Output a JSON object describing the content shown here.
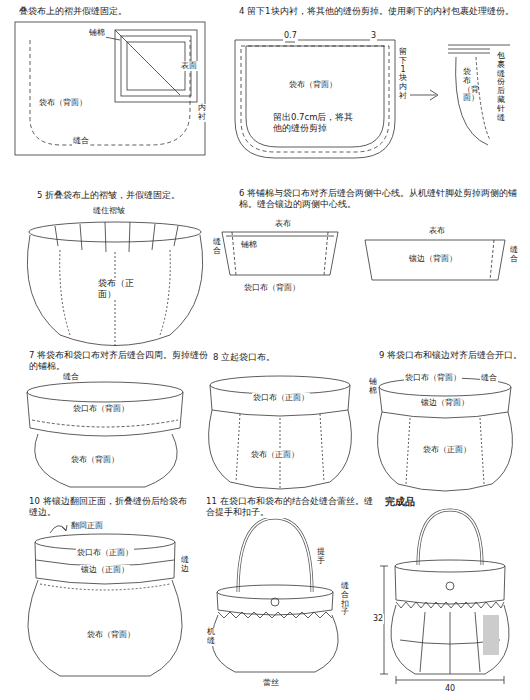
{
  "diagram": {
    "labels": [
      "叠袋布上的褶并假缝固定。",
      "铺棉",
      "表面",
      "袋布（背面）",
      "缝合",
      "内衬",
      "4 留下1块内衬，将其他的缝份剪掉。使用剩下的内衬包裹处理缝份。",
      "0.7",
      "3",
      "留下1块内衬",
      "袋布（背面）",
      "留出0.7cm后，将其他的缝份剪掉",
      "袋布（背面）",
      "包裹缝份后藏针缝",
      "5 折叠袋布上的褶皱，并假缝固定。",
      "缝住褶皱",
      "袋布（正面）",
      "6 将铺棉与袋口布对齐后缝合两侧中心线。从机缝针脚处剪掉两侧的铺棉。缝合镶边的两侧中心线。",
      "表布",
      "缝合",
      "铺棉",
      "袋口布（背面）",
      "表布",
      "镶边（背面）",
      "缝合",
      "7 将袋布和袋口布对齐后缝合四周。剪掉缝份的铺棉。",
      "缝合",
      "袋口布（背面）",
      "袋布（背面）",
      "8 立起袋口布。",
      "袋口布（正面）",
      "袋布（正面）",
      "9 将袋口布和镶边对齐后缝合开口。",
      "铺棉",
      "袋口布（背面）",
      "缝合",
      "镶边（背面）",
      "袋布（正面）",
      "10 将镶边翻回正面，折叠缝份后给袋布缝边。",
      "翻回正面",
      "袋口布（正面）",
      "镶边（正面）",
      "缝边",
      "袋布（背面）",
      "11 在袋口布和袋布的结合处缝合蕾丝。缝合提手和扣子。",
      "提手",
      "机缝",
      "蕾丝",
      "缝合扣子",
      "完成品",
      "32",
      "40"
    ]
  }
}
